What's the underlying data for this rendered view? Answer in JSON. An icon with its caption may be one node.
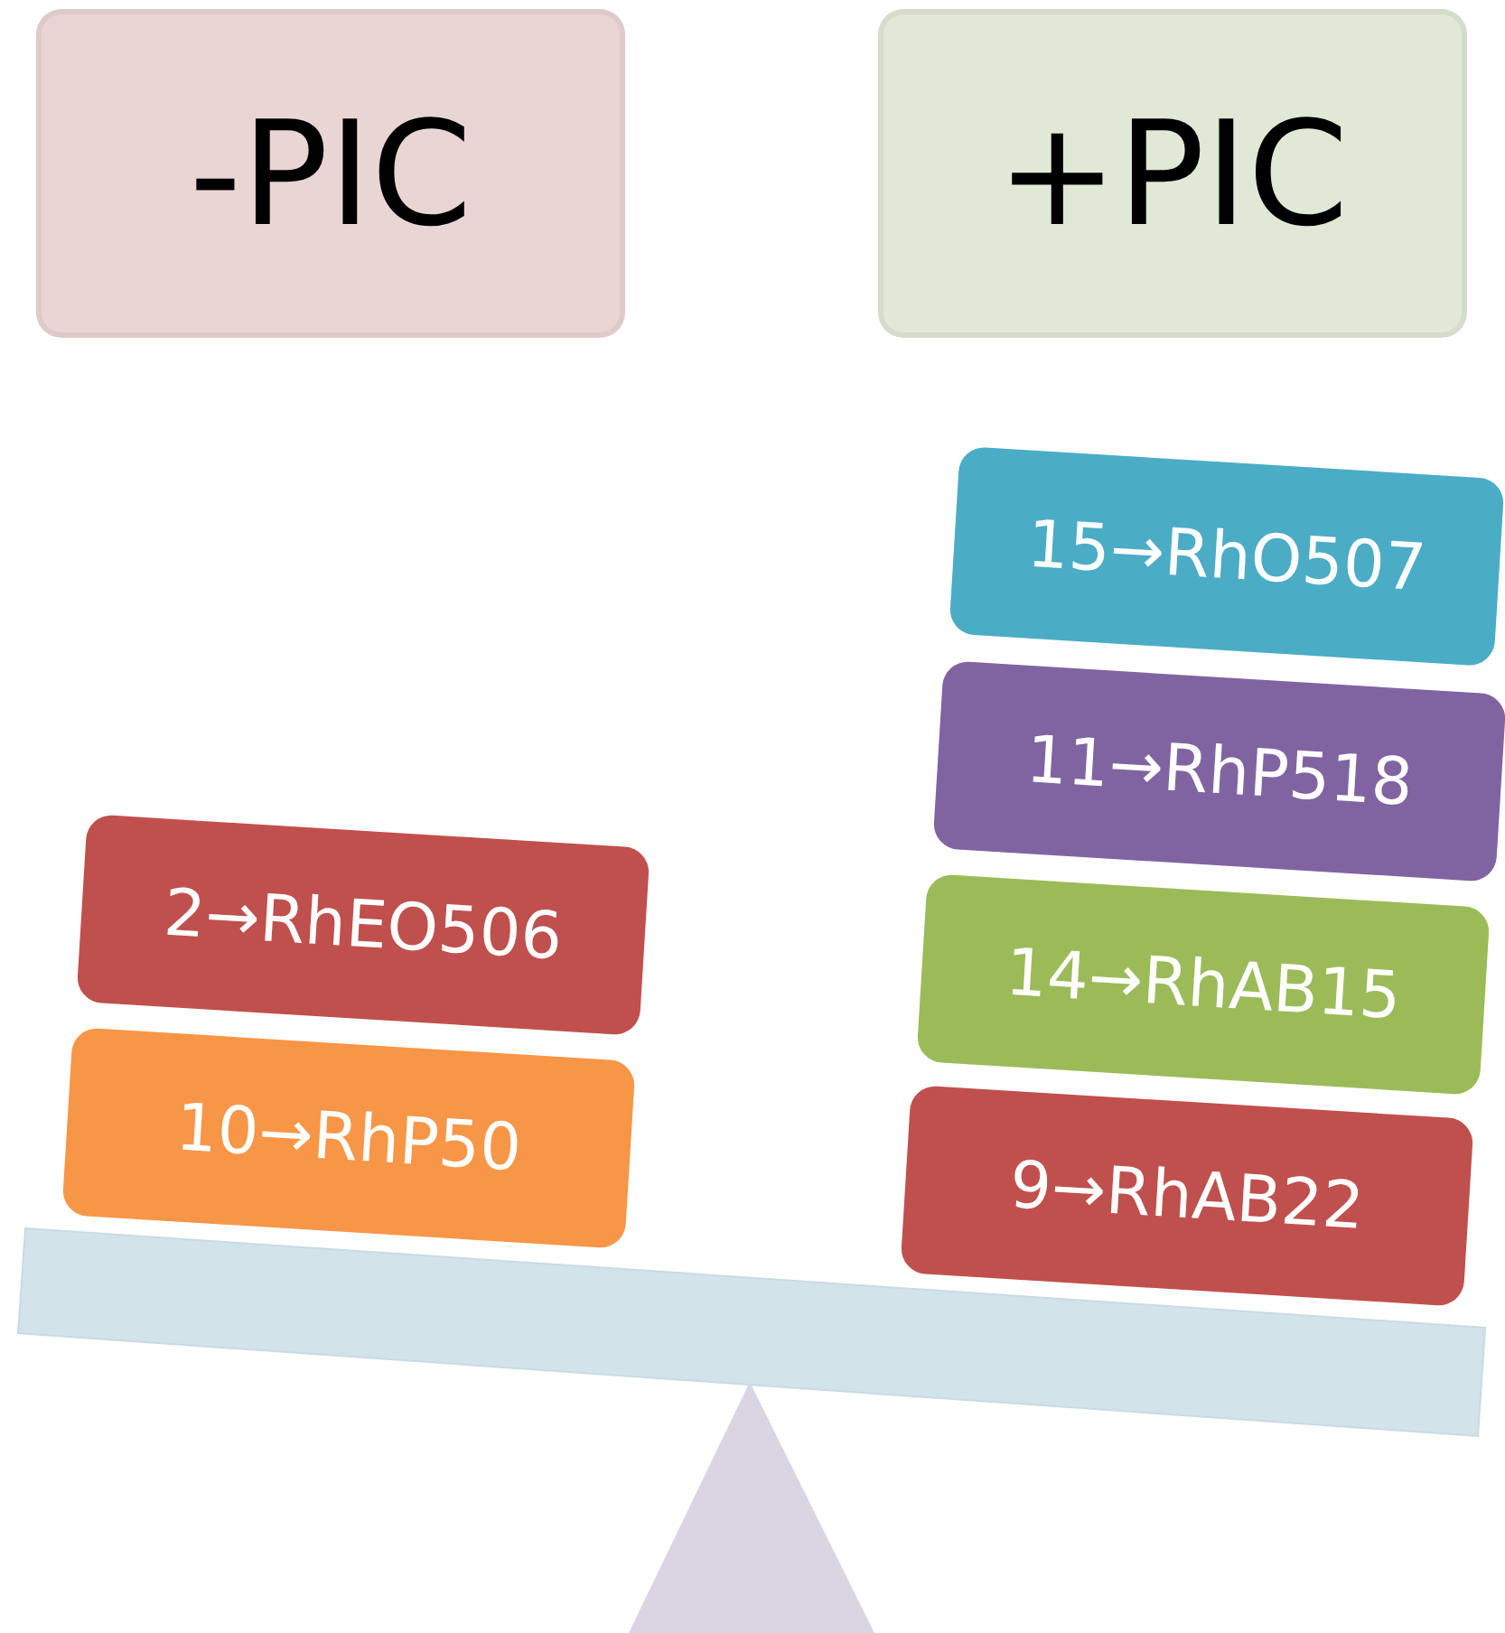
{
  "diagram": {
    "nodes": [
      {
        "text": [
          "-PIC"
        ]
      },
      {
        "text": [
          "+PIC"
        ]
      },
      {
        "text": [
          "15→RhO507"
        ]
      },
      {
        "text": [
          "11→RhP518"
        ]
      },
      {
        "text": [
          "2→RhEO506"
        ]
      },
      {
        "text": [
          "14→RhAB15"
        ]
      },
      {
        "text": [
          "10→RhP50"
        ]
      },
      {
        "text": [
          "9→RhAB22"
        ]
      }
    ]
  }
}
